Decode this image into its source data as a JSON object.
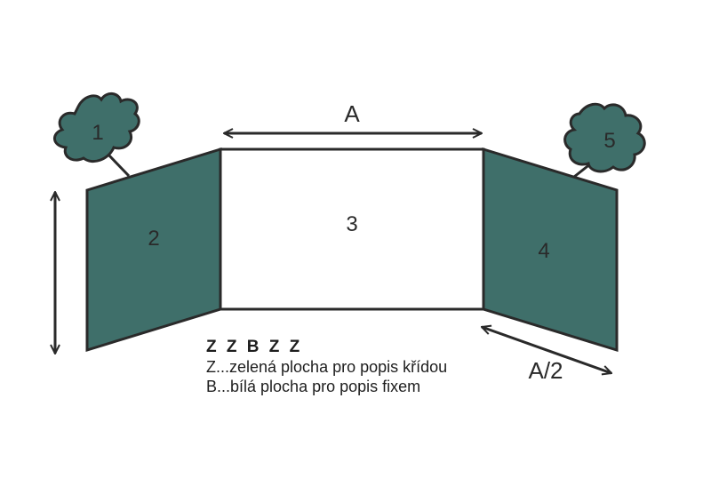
{
  "colors": {
    "chalkboard": "#3f6f6a",
    "whiteboard": "#ffffff",
    "outline": "#2a2a2a"
  },
  "dimensions": {
    "width_label": "A",
    "side_width_label": "A/2"
  },
  "panels": [
    {
      "number": "1"
    },
    {
      "number": "2"
    },
    {
      "number": "3"
    },
    {
      "number": "4"
    },
    {
      "number": "5"
    }
  ],
  "legend": {
    "code": "Z Z B Z Z",
    "z_line": "Z...zelená plocha pro popis křídou",
    "b_line": "B...bílá plocha pro popis fixem"
  }
}
